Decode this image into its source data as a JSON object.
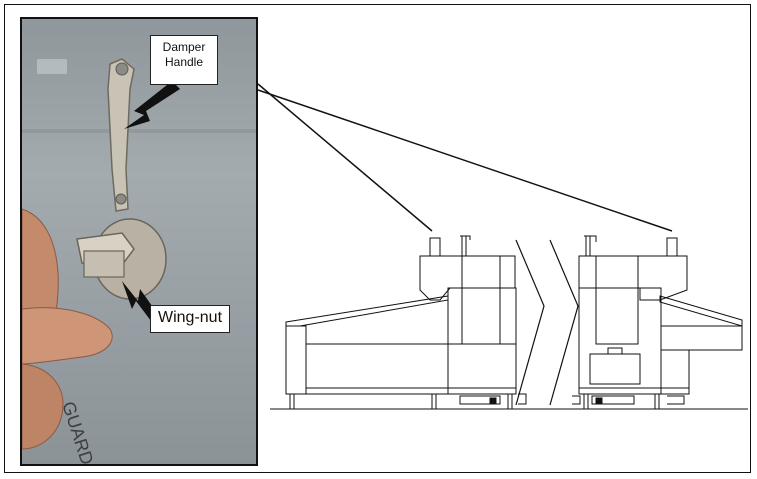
{
  "callouts": {
    "damper_handle_line1": "Damper",
    "damper_handle_line2": "Handle",
    "wing_nut": "Wing-nut"
  },
  "photo_text": "GUARD for",
  "colors": {
    "line": "#111111",
    "panel": "#9aa2a6",
    "metal": "#c8c2b4",
    "skin": "#c48a6c"
  }
}
